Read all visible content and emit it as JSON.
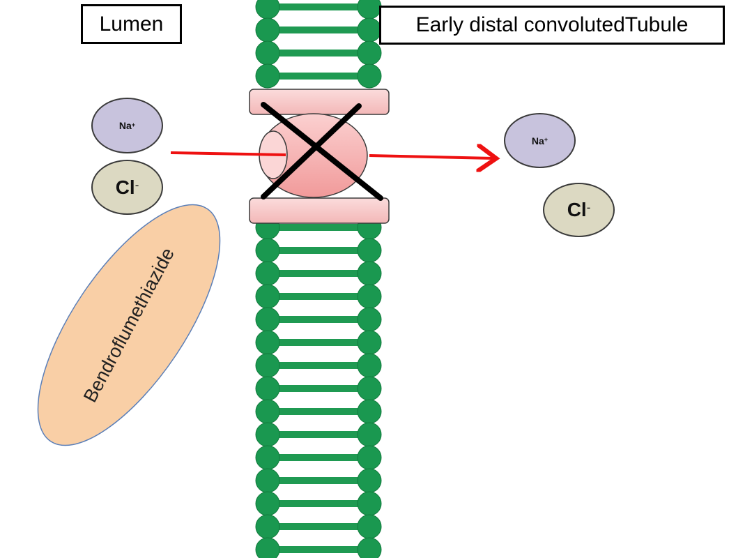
{
  "labels": {
    "lumen": "Lumen",
    "tubule": "Early distal convolutedTubule"
  },
  "ions": {
    "na_left": {
      "symbol": "Na",
      "charge": "+"
    },
    "cl_left": {
      "symbol": "Cl",
      "charge": "-"
    },
    "na_right": {
      "symbol": "Na",
      "charge": "+"
    },
    "cl_right": {
      "symbol": "Cl",
      "charge": "-"
    }
  },
  "drug": {
    "name": "Bendroflumethiazide"
  },
  "colors": {
    "membrane_head": "#1a9850",
    "membrane_tail": "#1f9a52",
    "transporter": "#f4a4a4",
    "transporter_band": "#f7c7c7",
    "na_ion": "#c8c3dd",
    "cl_ion": "#dcd9c2",
    "drug": "#f9cfa6",
    "drug_border": "#5b7fb8",
    "arrow": "#ee1111",
    "block_cross": "#000000"
  }
}
